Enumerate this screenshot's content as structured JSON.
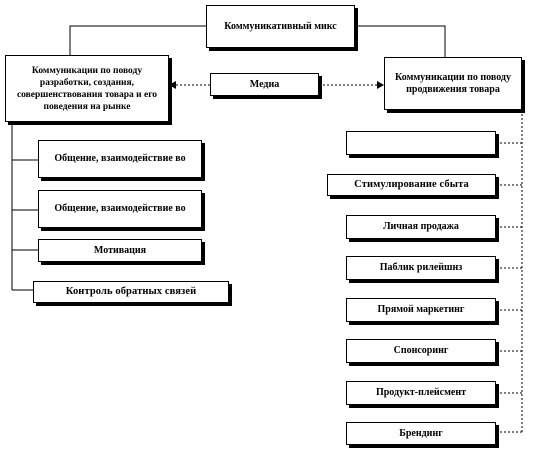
{
  "top": {
    "label": "Коммуникативный микс"
  },
  "left_main": {
    "label": "Коммуникации по поводу разработки, создания, совершенствования товара и его поведения на рынке"
  },
  "media": {
    "label": "Медиа"
  },
  "right_main": {
    "label": "Коммуникации по поводу продвижения товара"
  },
  "left_items": [
    {
      "label": "Общение, взаимодействие во"
    },
    {
      "label": "Общение, взаимодействие во"
    },
    {
      "label": "Мотивация"
    },
    {
      "label": "Контроль обратных связей"
    }
  ],
  "right_items": [
    {
      "label": ""
    },
    {
      "label": "Стимулирование сбыта"
    },
    {
      "label": "Личная продажа"
    },
    {
      "label": "Паблик рилейшнз"
    },
    {
      "label": "Прямой маркетинг"
    },
    {
      "label": "Спонсоринг"
    },
    {
      "label": "Продукт-плейсмент"
    },
    {
      "label": "Брендинг"
    }
  ]
}
